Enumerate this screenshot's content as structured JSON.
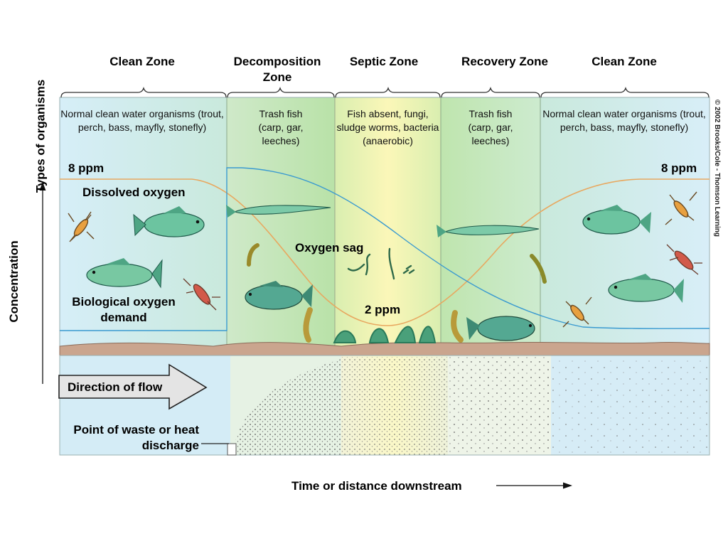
{
  "zones": [
    {
      "title": "Clean Zone",
      "desc": "Normal clean water organisms (trout, perch, bass, mayfly, stonefly)"
    },
    {
      "title": "Decomposition Zone",
      "desc": "Trash fish (carp, gar, leeches)"
    },
    {
      "title": "Septic Zone",
      "desc": "Fish absent, fungi, sludge worms, bacteria (anaerobic)"
    },
    {
      "title": "Recovery Zone",
      "desc": "Trash fish (carp, gar, leeches)"
    },
    {
      "title": "Clean Zone",
      "desc": "Normal clean water organisms (trout, perch, bass, mayfly, stonefly)"
    }
  ],
  "labels": {
    "types_of_organisms": "Types of organisms",
    "concentration": "Concentration",
    "ppm_left": "8 ppm",
    "ppm_right": "8 ppm",
    "ppm_min": "2 ppm",
    "dissolved_oxygen": "Dissolved oxygen",
    "bod": "Biological oxygen demand",
    "oxygen_sag": "Oxygen sag",
    "direction_of_flow": "Direction of flow",
    "discharge": "Point of waste or heat discharge",
    "x_axis": "Time or distance downstream",
    "copyright": "© 2002 Brooks/Cole - Thomson Learning"
  },
  "colors": {
    "dissolved_oxygen_curve": "#e8a860",
    "bod_curve": "#3a9ad0",
    "clean_water": "#d4ecf6",
    "decomposition_water": "#cfeacb",
    "septic_water": "#f6f3b8",
    "streambed": "#caa58e"
  }
}
